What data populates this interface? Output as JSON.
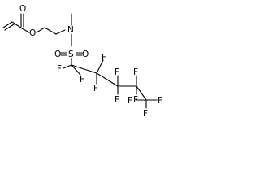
{
  "molecule": {
    "atoms": {
      "carbonyl_o": "O",
      "ester_o": "O",
      "nitrogen": "N",
      "sulfur": "S",
      "sulfonyl_o1": "O",
      "sulfonyl_o2": "O",
      "fluorines": [
        "F",
        "F",
        "F",
        "F",
        "F",
        "F",
        "F",
        "F",
        "F",
        "F",
        "F"
      ]
    }
  },
  "colors": {
    "bond": "#000000",
    "label": "#000000",
    "background": "#ffffff"
  }
}
